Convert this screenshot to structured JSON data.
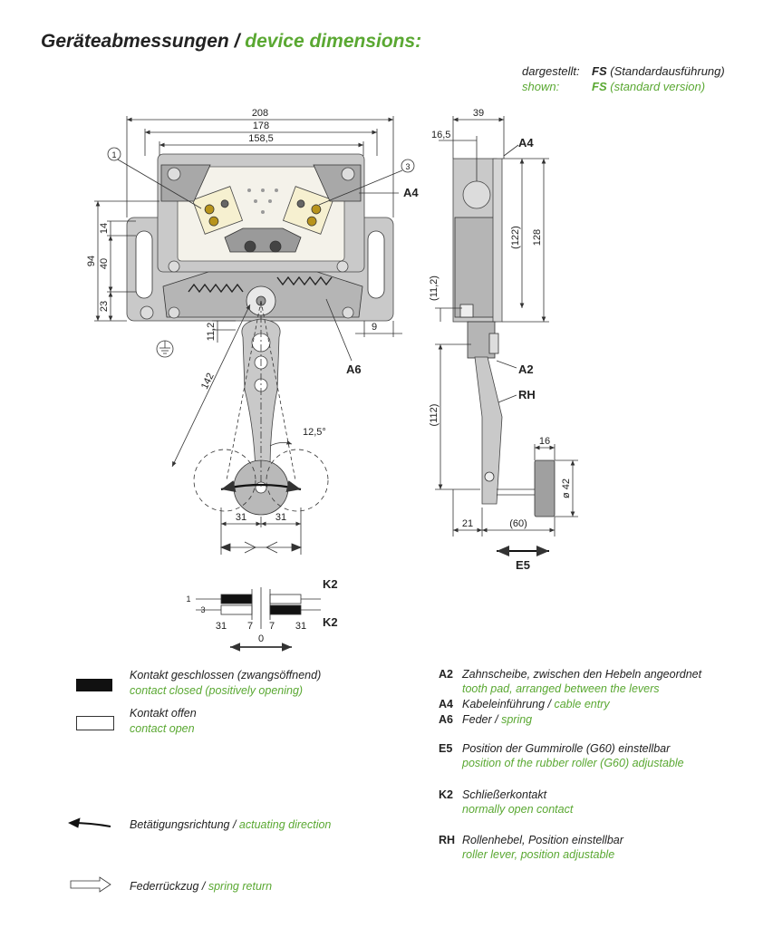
{
  "header": {
    "title_de": "Geräteabmessungen",
    "title_sep": " / ",
    "title_en": "device dimensions:",
    "shown_de_label": "dargestellt:",
    "shown_de_code": "FS",
    "shown_de_text": "(Standardausführung)",
    "shown_en_label": "shown:",
    "shown_en_code": "FS",
    "shown_en_text": "(standard version)"
  },
  "front_view": {
    "dim_208": "208",
    "dim_178": "178",
    "dim_158_5": "158,5",
    "dim_94": "94",
    "dim_14": "14",
    "dim_40": "40",
    "dim_23": "23",
    "dim_9": "9",
    "dim_11_2": "11,2",
    "dim_142": "142",
    "angle": "12,5°",
    "dim_31_left": "31",
    "dim_31_right": "31",
    "callout_1": "1",
    "callout_3": "3",
    "label_A4": "A4",
    "label_A6": "A6"
  },
  "side_view": {
    "dim_39": "39",
    "dim_16_5": "16,5",
    "dim_122": "(122)",
    "dim_128": "128",
    "dim_11_2": "(11,2)",
    "dim_112": "(112)",
    "dim_16": "16",
    "dim_42": "ø 42",
    "dim_21": "21",
    "dim_60": "(60)",
    "label_A4": "A4",
    "label_A2": "A2",
    "label_RH": "RH",
    "label_E5": "E5"
  },
  "contact_diagram": {
    "row1": "1",
    "row3": "3",
    "label_top": "K2",
    "label_bottom": "K2",
    "scale": [
      "31",
      "7",
      "7",
      "31"
    ],
    "zero": "0"
  },
  "legend": {
    "closed_de": "Kontakt geschlossen (zwangsöffnend)",
    "closed_en": "contact closed (positively opening)",
    "open_de": "Kontakt offen",
    "open_en": "contact open",
    "act_de": "Betätigungsrichtung / ",
    "act_en": "actuating direction",
    "spring_de": "Federrückzug / ",
    "spring_en": "spring return"
  },
  "abbreviations": [
    {
      "code": "A2",
      "de": "Zahnscheibe, zwischen den Hebeln angeordnet",
      "en": "tooth pad, arranged between the levers"
    },
    {
      "code": "A4",
      "de": "Kabeleinführung / ",
      "en": "cable entry"
    },
    {
      "code": "A6",
      "de": "Feder / ",
      "en": "spring"
    },
    {
      "code": "E5",
      "de": "Position der Gummirolle (G60) einstellbar",
      "en": "position of the rubber roller (G60) adjustable"
    },
    {
      "code": "K2",
      "de": "Schließerkontakt",
      "en": "normally open contact"
    },
    {
      "code": "RH",
      "de": "Rollenhebel, Position einstellbar",
      "en": "roller lever, position adjustable"
    }
  ],
  "colors": {
    "accent_green": "#5aa832",
    "housing_gray": "#c8c8c8",
    "line": "#333333"
  }
}
